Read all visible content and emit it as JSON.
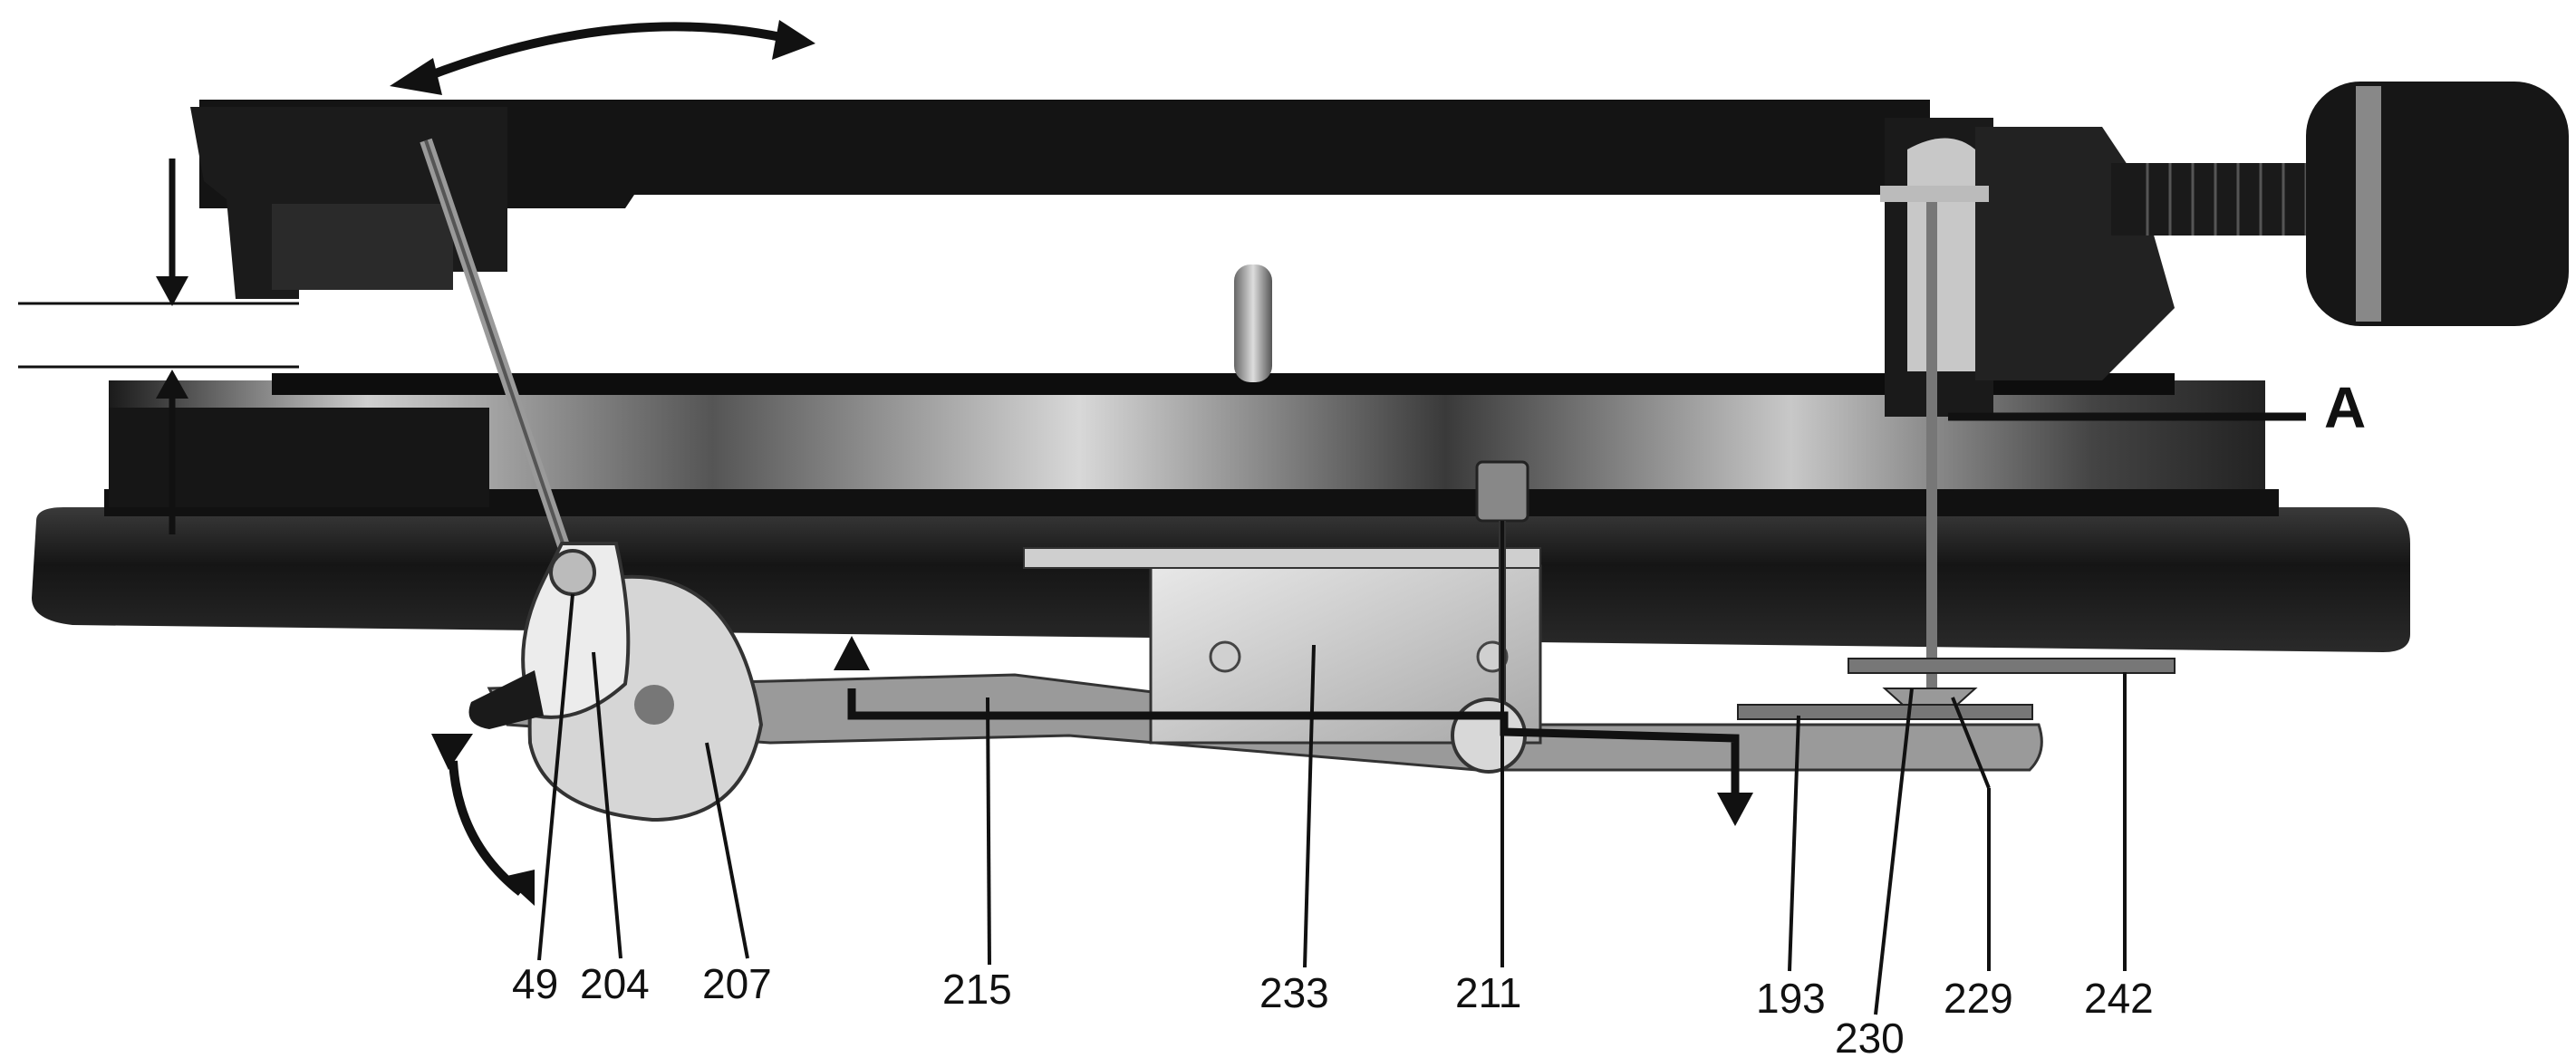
{
  "figure": {
    "reference_mark": "A",
    "callouts": [
      "49",
      "204",
      "207",
      "215",
      "233",
      "211",
      "193",
      "230",
      "229",
      "242"
    ]
  }
}
